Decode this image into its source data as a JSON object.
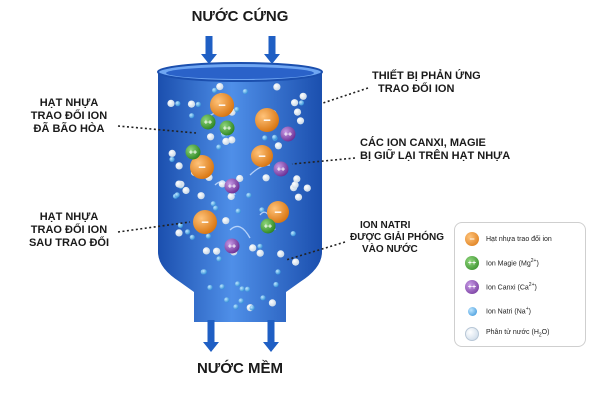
{
  "top_label": "NƯỚC CỨNG",
  "bottom_label": "NƯỚC MỀM",
  "callouts": {
    "saturated_resin": [
      "HẠT NHỰA",
      "TRAO ĐỔI ION",
      "ĐÃ BÃO HÒA"
    ],
    "exchanged_resin": [
      "HẠT NHỰA",
      "TRAO ĐỔI ION",
      "SAU TRAO ĐỔI"
    ],
    "reactor": [
      "THIẾT BỊ PHẢN ỨNG",
      "TRAO ĐỔI ION"
    ],
    "ions_retained": [
      "CÁC ION CANXI, MAGIE",
      "BỊ GIỮ LẠI TRÊN HẠT NHỰA"
    ],
    "sodium_released": [
      "ION NATRI",
      "ĐƯỢC GIẢI PHÓNG",
      "VÀO NƯỚC"
    ]
  },
  "legend": [
    {
      "label": "Hạt nhựa trao đổi ion",
      "icon": "resin-bead-icon",
      "symbol": "−",
      "color": "#e8891f"
    },
    {
      "label": "Ion Magie (Mg",
      "sup": "2+",
      "tail": ")",
      "icon": "magnesium-ion-icon",
      "symbol": "++",
      "color": "#3a9d2c"
    },
    {
      "label": "Ion Canxi (Ca",
      "sup": "2+",
      "tail": ")",
      "icon": "calcium-ion-icon",
      "symbol": "++",
      "color": "#7d3fa6"
    },
    {
      "label": "Ion Natri (Na",
      "sup": "+",
      "tail": ")",
      "icon": "sodium-ion-icon",
      "symbol": "",
      "color": "#3aa0e0"
    },
    {
      "label": "Phân tử nước (H",
      "sub": "2",
      "tail": "O)",
      "icon": "water-molecule-icon",
      "symbol": "",
      "color": "#e6eef5"
    }
  ],
  "colors": {
    "vessel": "#2a62c9",
    "vessel_light": "#4d8ae6",
    "arrow": "#1f5fc4",
    "resin": "#e8891f",
    "magnesium": "#3a9d2c",
    "calcium": "#7d3fa6",
    "sodium": "#3aa0e0"
  }
}
